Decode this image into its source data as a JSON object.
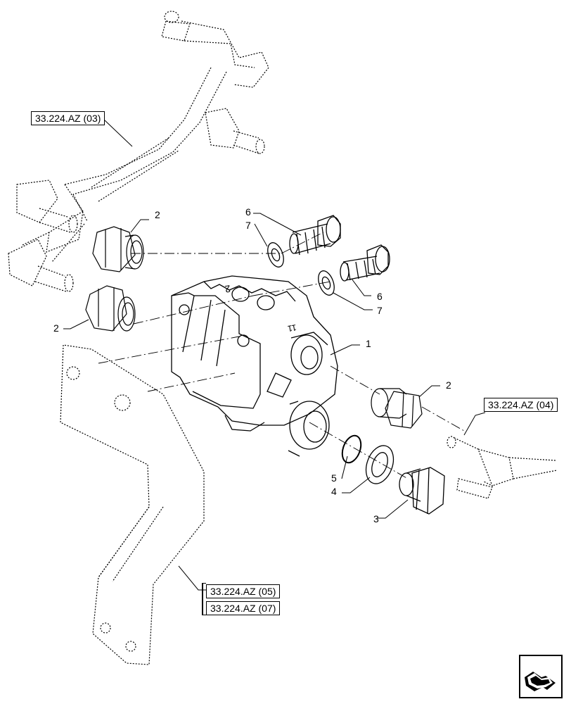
{
  "references": {
    "ref_03": "33.224.AZ (03)",
    "ref_04": "33.224.AZ (04)",
    "ref_05": "33.224.AZ (05)",
    "ref_07": "33.224.AZ (07)"
  },
  "callouts": {
    "c1": "1",
    "c2a": "2",
    "c2b": "2",
    "c2c": "2",
    "c3": "3",
    "c4": "4",
    "c5": "5",
    "c6a": "6",
    "c6b": "6",
    "c7a": "7",
    "c7b": "7"
  },
  "navigation": {
    "icon": "next-page-arrow-icon"
  }
}
